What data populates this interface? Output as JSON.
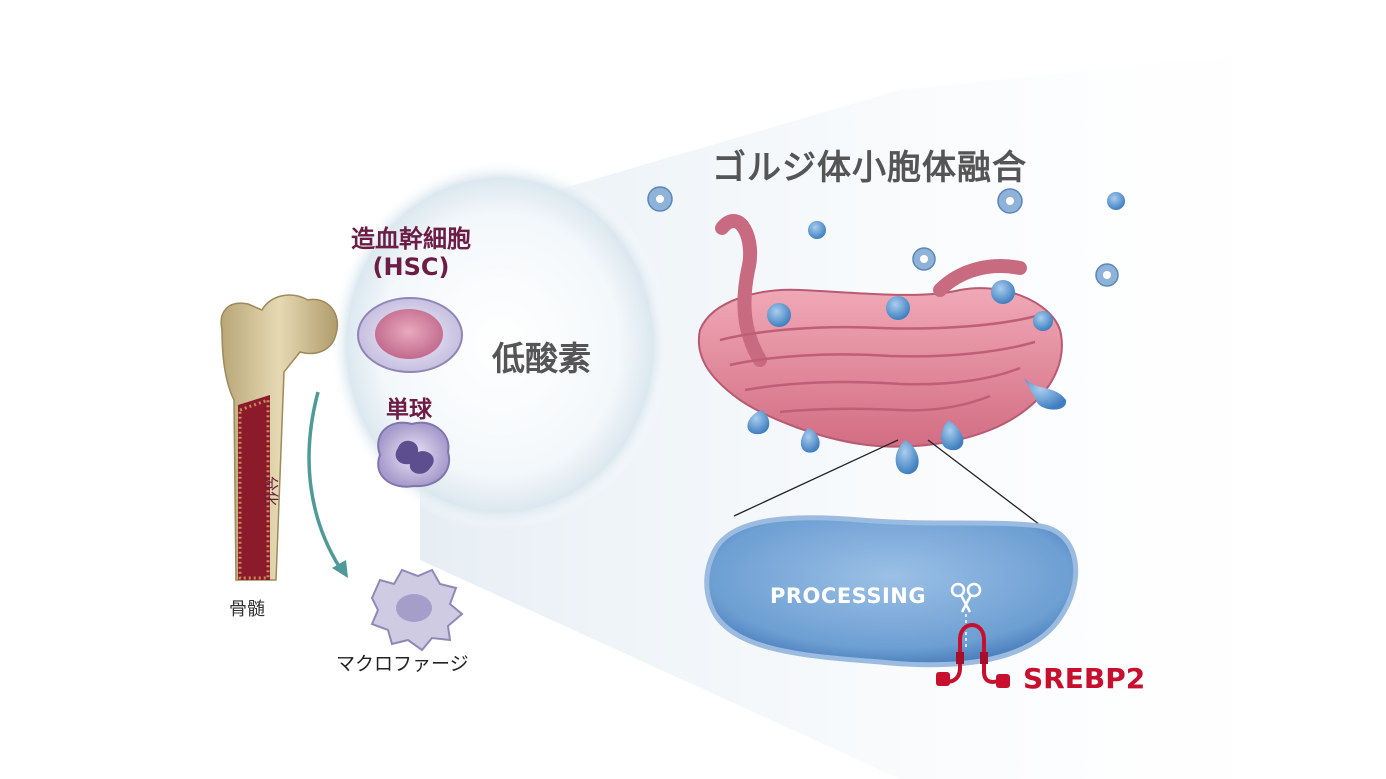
{
  "title": "ゴルジ体小胞体融合",
  "hsc": {
    "name": "造血幹細胞",
    "abbr": "(HSC)"
  },
  "hypoxia": "低酸素",
  "monocyte": "単球",
  "differentiation": "分化",
  "bone_marrow": "骨髄",
  "macrophage": "マクロファージ",
  "processing": "PROCESSING",
  "protein": "SREBP2",
  "colors": {
    "text_gray": "#555555",
    "text_maroon": "#6b1d45",
    "srebp_red": "#c7102e",
    "golgi_pink": "#e48a9b",
    "vesicle_blue": "#5b9bd5",
    "er_blue": "#6d9fd3",
    "arrow_teal": "#4f9a99",
    "bone_tan": "#d8c9a0",
    "marrow_red": "#8b1a2a"
  },
  "icons": [
    "bone-icon",
    "hsc-cell-icon",
    "monocyte-icon",
    "macrophage-icon",
    "golgi-icon",
    "vesicle-icon",
    "scissors-icon",
    "er-vesicle-icon"
  ]
}
